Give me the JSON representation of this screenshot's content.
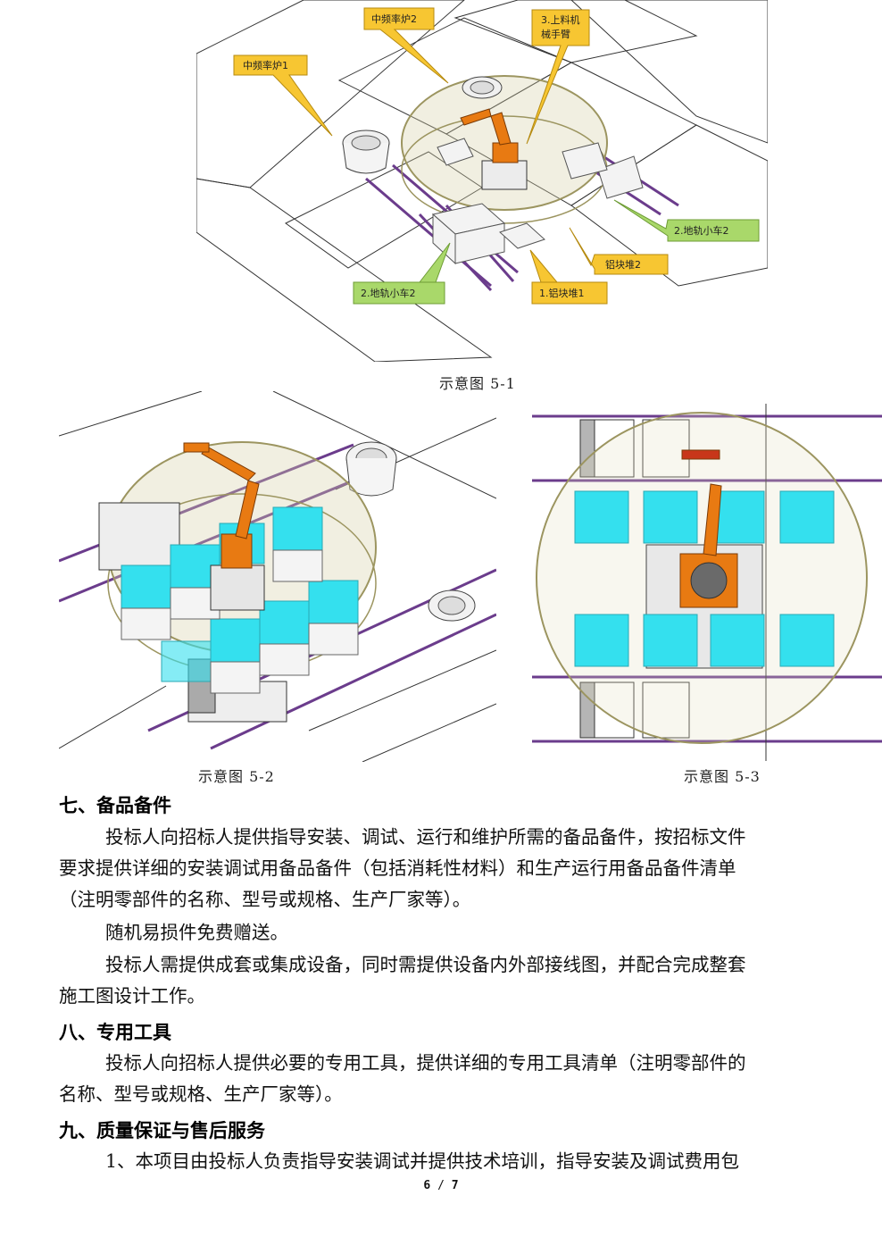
{
  "figures": {
    "fig1": {
      "caption": "示意图 5-1",
      "callouts": [
        "中频率炉2",
        "3.上料机",
        "械手臂",
        "中频率炉1",
        "2.地轨小车2",
        "铝块堆2",
        "2.地轨小车2",
        "1.铝块堆1"
      ]
    },
    "fig2": {
      "caption": "示意图 5-2"
    },
    "fig3": {
      "caption": "示意图 5-3"
    }
  },
  "sections": [
    {
      "heading": "七、备品备件",
      "lines": [
        "投标人向招标人提供指导安装、调试、运行和维护所需的备品备件，按招标文件",
        "要求提供详细的安装调试用备品备件（包括消耗性材料）和生产运行用备品备件清单",
        "（注明零部件的名称、型号或规格、生产厂家等）。",
        "随机易损件免费赠送。",
        "投标人需提供成套或集成设备，同时需提供设备内外部接线图，并配合完成整套",
        "施工图设计工作。"
      ]
    },
    {
      "heading": "八、专用工具",
      "lines": [
        "投标人向招标人提供必要的专用工具，提供详细的专用工具清单（注明零部件的",
        "名称、型号或规格、生产厂家等）。"
      ]
    },
    {
      "heading": "九、质量保证与售后服务",
      "lines": [
        "1、本项目由投标人负责指导安装调试并提供技术培训，指导安装及调试费用包"
      ]
    }
  ],
  "footer": {
    "page": "6",
    "sep": "/",
    "total": "7"
  },
  "colors": {
    "cyan_block": "#34e0ee",
    "robot_orange": "#e87a12",
    "rail_purple": "#6b3c8c",
    "ring_olive": "#b8b27a"
  }
}
